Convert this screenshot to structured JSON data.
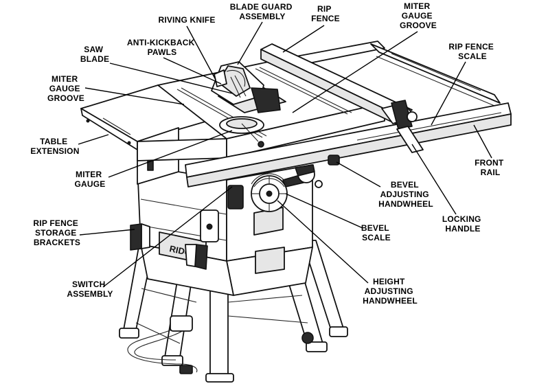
{
  "labels": {
    "riving_knife": [
      "RIVING KNIFE"
    ],
    "blade_guard_assembly": [
      "BLADE GUARD",
      "ASSEMBLY"
    ],
    "rip_fence": [
      "RIP",
      "FENCE"
    ],
    "miter_gauge_groove_right": [
      "MITER",
      "GAUGE",
      "GROOVE"
    ],
    "saw_blade": [
      "SAW",
      "BLADE"
    ],
    "anti_kickback_pawls": [
      "ANTI-KICKBACK",
      "PAWLS"
    ],
    "rip_fence_scale": [
      "RIP FENCE",
      "SCALE"
    ],
    "miter_gauge_groove_left": [
      "MITER",
      "GAUGE",
      "GROOVE"
    ],
    "table_extension": [
      "TABLE",
      "EXTENSION"
    ],
    "miter_gauge": [
      "MITER",
      "GAUGE"
    ],
    "front_rail": [
      "FRONT",
      "RAIL"
    ],
    "bevel_adjusting_handwheel": [
      "BEVEL",
      "ADJUSTING",
      "HANDWHEEL"
    ],
    "rip_fence_storage_brackets": [
      "RIP FENCE",
      "STORAGE",
      "BRACKETS"
    ],
    "locking_handle": [
      "LOCKING",
      "HANDLE"
    ],
    "bevel_scale": [
      "BEVEL",
      "SCALE"
    ],
    "switch_assembly": [
      "SWITCH",
      "ASSEMBLY"
    ],
    "height_adjusting_handwheel": [
      "HEIGHT",
      "ADJUSTING",
      "HANDWHEEL"
    ]
  },
  "brand_text": "RIDGID"
}
